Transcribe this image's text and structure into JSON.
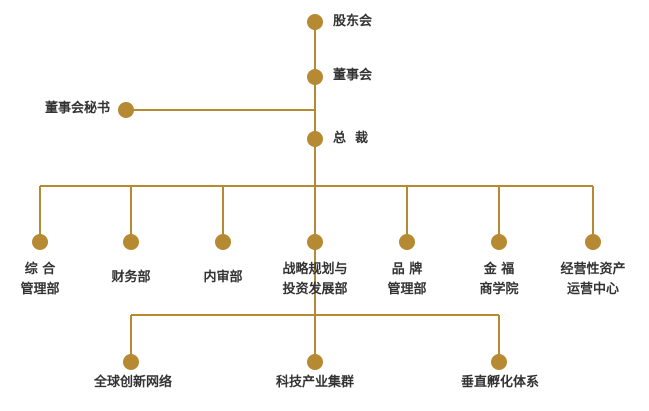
{
  "colors": {
    "line": "#b58a32",
    "node": "#b58a32",
    "text": "#333333"
  },
  "top_chain": {
    "shareholders": "股东会",
    "board": "董事会",
    "secretary": "董事会秘书",
    "president": "总  裁"
  },
  "departments": [
    {
      "lines": [
        "综 合",
        "管理部"
      ]
    },
    {
      "lines": [
        "财务部"
      ]
    },
    {
      "lines": [
        "内审部"
      ]
    },
    {
      "lines": [
        "战略规划与",
        "投资发展部"
      ]
    },
    {
      "lines": [
        "品 牌",
        "管理部"
      ]
    },
    {
      "lines": [
        "金 福",
        "商学院"
      ]
    },
    {
      "lines": [
        "经营性资产",
        "运营中心"
      ]
    }
  ],
  "sub_units": [
    {
      "label": "全球创新网络"
    },
    {
      "label": "科技产业集群"
    },
    {
      "label": "垂直孵化体系"
    }
  ]
}
